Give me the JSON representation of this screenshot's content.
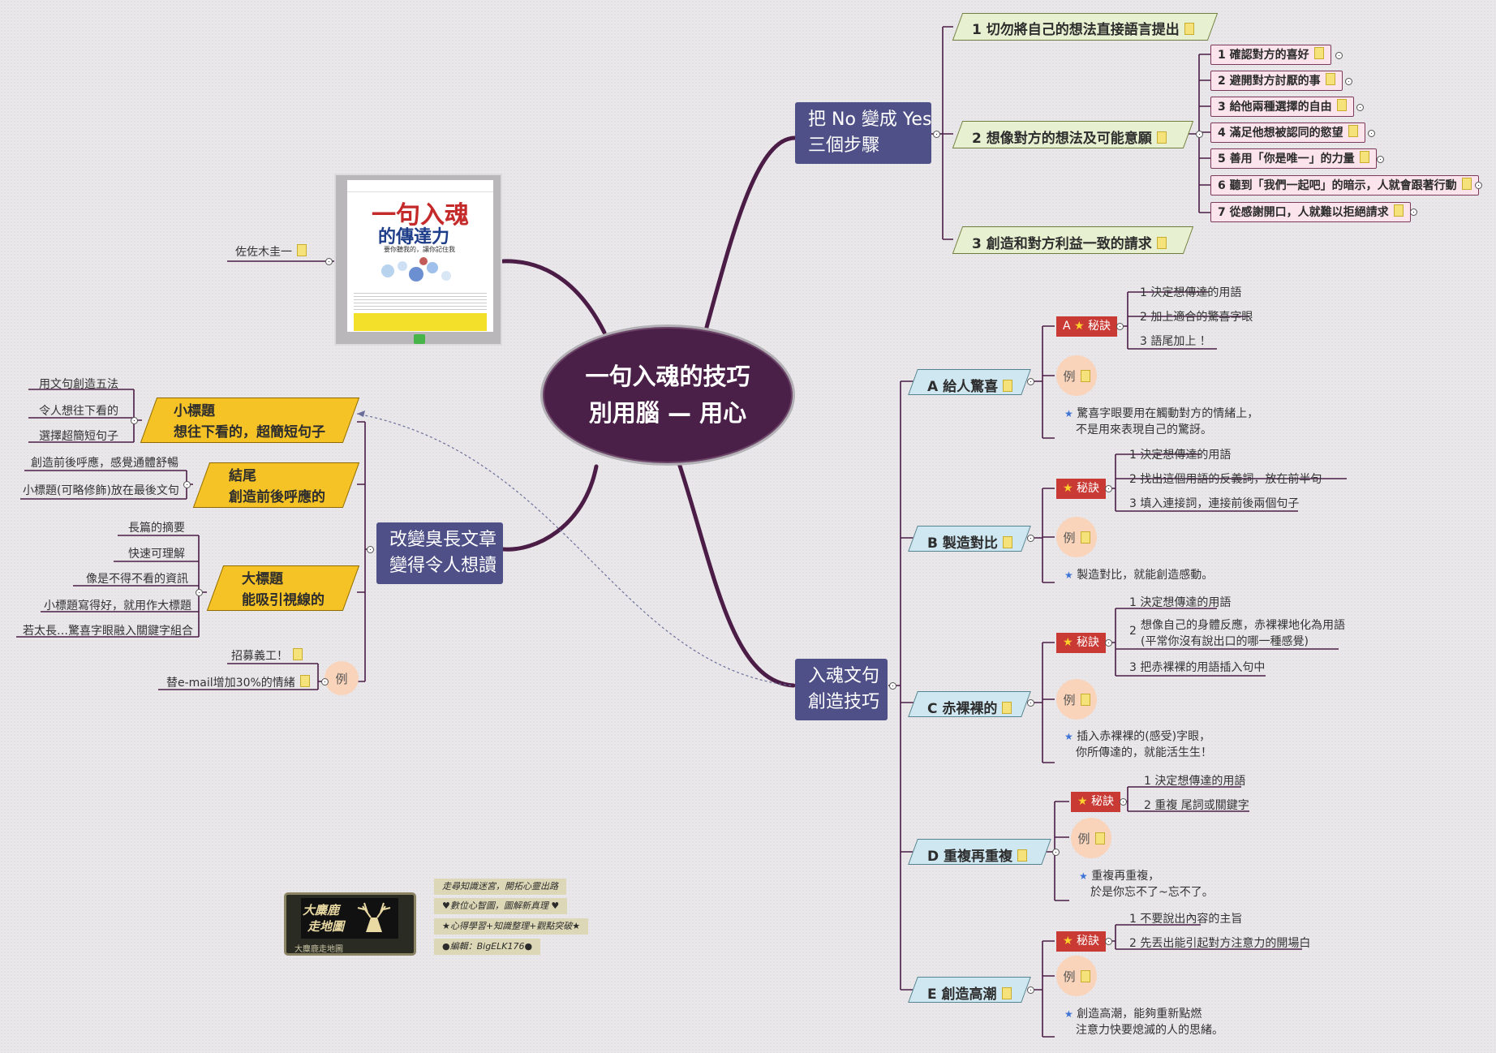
{
  "center": {
    "line1": "一句入魂的技巧",
    "line2": "別用腦 — 用心"
  },
  "branches": {
    "no_to_yes": {
      "line1": "把 No 變成 Yes",
      "line2": "三個步驟",
      "steps": [
        {
          "label": "1  切勿將自己的想法直接語言提出"
        },
        {
          "label": "2  想像對方的想法及可能意願"
        },
        {
          "label": "3  創造和對方利益一致的請求"
        }
      ],
      "substeps": [
        "1  確認對方的喜好",
        "2  避開對方討厭的事",
        "3  給他兩種選擇的自由",
        "4  滿足他想被認同的慾望",
        "5  善用「你是唯一」的力量",
        "6  聽到「我們一起吧」的暗示，人就會跟著行動",
        "7  從感謝開口，人就難以拒絕請求"
      ]
    },
    "techniques": {
      "line1": "入魂文句",
      "line2": "創造技巧",
      "secret_label": "秘訣",
      "example_label": "例",
      "items": [
        {
          "title": "A  給人驚喜",
          "prefix": "A",
          "tips": [
            "1  決定想傳達的用語",
            "2  加上適合的驚喜字眼",
            "3  語尾加上 ！"
          ],
          "note1": "驚喜字眼要用在觸動對方的情緒上，",
          "note2": "不是用來表現自己的驚訝。"
        },
        {
          "title": "B  製造對比",
          "tips": [
            "1  決定想傳達的用語",
            "2  找出這個用語的反義詞，放在前半句",
            "3  填入連接詞，連接前後兩個句子"
          ],
          "note1": "製造對比，就能創造感動。",
          "note2": ""
        },
        {
          "title": "C  赤裸裸的",
          "tips": [
            "1  決定想傳達的用語",
            "想像自己的身體反應，赤裸裸地化為用語",
            "(平常你沒有說出口的哪一種感覺)",
            "3  把赤裸裸的用語插入句中"
          ],
          "tip2_num": "2",
          "note1": "插入赤裸裸的(感受)字眼，",
          "note2": "你所傳達的，就能活生生！"
        },
        {
          "title": "D  重複再重複",
          "tips": [
            "1  決定想傳達的用語",
            "2  重複 尾詞或關鍵字"
          ],
          "note1": "重複再重複，",
          "note2": "於是你忘不了~忘不了。"
        },
        {
          "title": "E  創造高潮",
          "tips": [
            "1  不要說出內容的主旨",
            "2  先丟出能引起對方注意力的開場白"
          ],
          "note1": "創造高潮，能夠重新點燃",
          "note2": "注意力快要熄滅的人的思緒。"
        }
      ]
    },
    "articles": {
      "line1": "改變臭長文章",
      "line2": "變得令人想讀",
      "subtitle": {
        "l1": "小標題",
        "l2": "想往下看的，超簡短句子",
        "leaves": [
          "用文句創造五法",
          "令人想往下看的",
          "選擇超簡短句子"
        ]
      },
      "ending": {
        "l1": "結尾",
        "l2": "創造前後呼應的",
        "leaves": [
          "創造前後呼應，感覺通體舒暢",
          "小標題(可略修飾)放在最後文句"
        ]
      },
      "headline": {
        "l1": "大標題",
        "l2": "能吸引視線的",
        "leaves": [
          "長篇的摘要",
          "快速可理解",
          "像是不得不看的資訊",
          "小標題寫得好，就用作大標題",
          "若太長…驚喜字眼融入關鍵字組合"
        ]
      },
      "example": {
        "label": "例",
        "leaves": [
          "招募義工！",
          "替e-mail增加30%的情緒"
        ]
      }
    },
    "book": {
      "author": "佐佐木圭一",
      "cover_title1": "一句入魂",
      "cover_title2": "的傳達力",
      "cover_sub": "要你聽我的，讓你記住我"
    }
  },
  "brand": {
    "logo_text1": "大麋鹿",
    "logo_text2": "走地圖",
    "logo_caption": "大麋鹿走地圖",
    "tags": [
      "走尋知識迷宮，開拓心靈出路",
      "♥數位心智圖，圖解新真理 ♥",
      "★心得學習+知識整理+觀點突破★",
      "●編輯：BigELK176●"
    ]
  },
  "colors": {
    "center": "#4a2049",
    "main": "#4f5087",
    "trunk": "#4a1c46",
    "secret": "#c93a35",
    "example": "#f9d4ba"
  }
}
